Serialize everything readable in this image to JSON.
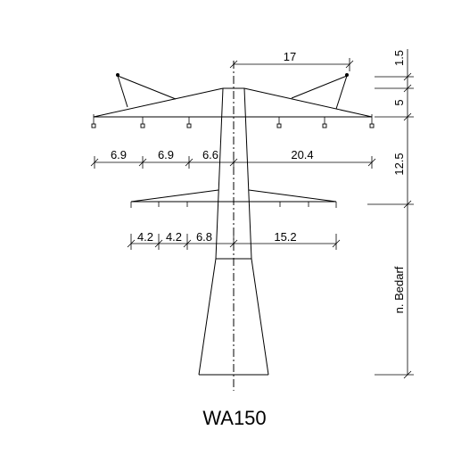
{
  "drawing": {
    "title": "WA150",
    "upper_arm_dims": [
      "6.9",
      "6.9",
      "6.6",
      "20.4"
    ],
    "lower_arm_dims": [
      "4.2",
      "4.2",
      "6.8",
      "15.2"
    ],
    "top_width_dim": "17",
    "vertical_dims": [
      "1.5",
      "5",
      "12.5",
      "n. Bedarf"
    ]
  }
}
